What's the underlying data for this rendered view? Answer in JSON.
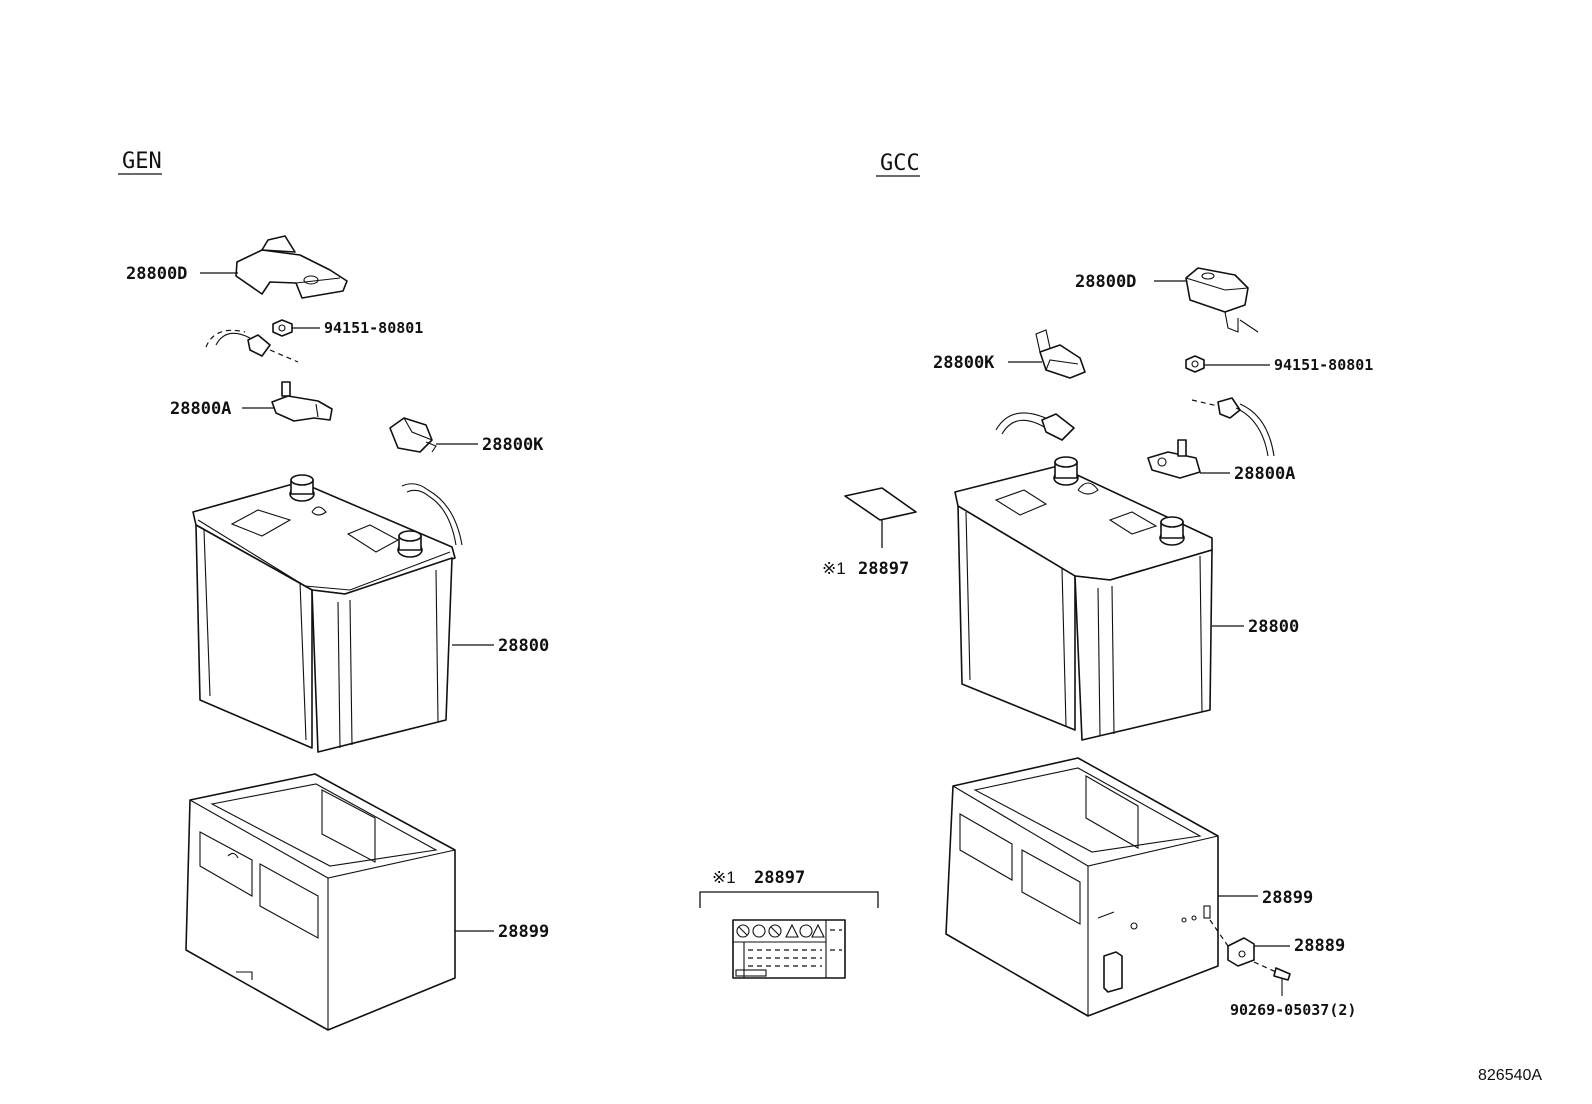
{
  "sections": {
    "left_title": "GEN",
    "right_title": "GCC"
  },
  "left_labels": {
    "cover_d": "28800D",
    "nut": "94151-80801",
    "terminal_a": "28800A",
    "cover_k": "28800K",
    "battery": "28800",
    "tray": "28899"
  },
  "right_labels": {
    "cover_d": "28800D",
    "cover_k": "28800K",
    "nut": "94151-80801",
    "terminal_a": "28800A",
    "label_mark": "※1",
    "label": "28897",
    "battery": "28800",
    "tray": "28899",
    "bracket": "28889",
    "screw": "90269-05037(2)"
  },
  "label_detail": {
    "mark": "※1",
    "part": "28897"
  },
  "figure_id": "826540A"
}
